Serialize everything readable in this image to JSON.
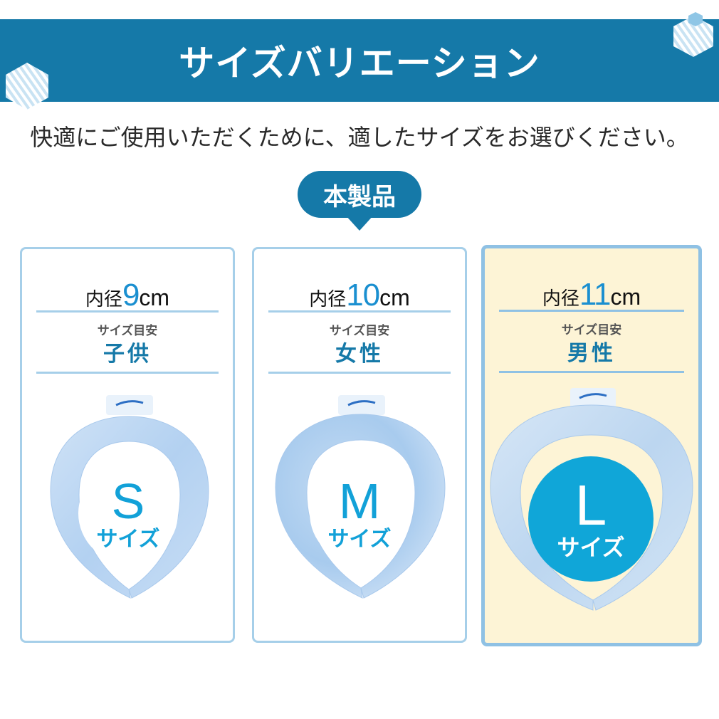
{
  "header": {
    "title": "サイズバリエーション"
  },
  "subtitle": "快適にご使用いただくために、適したサイズをお選びください。",
  "badge": "本製品",
  "cards": [
    {
      "diameter_prefix": "内径",
      "diameter_value": "9",
      "diameter_unit": "cm",
      "guide_label": "サイズ目安",
      "guide_value": "子供",
      "size_letter": "S",
      "size_word": "サイズ"
    },
    {
      "diameter_prefix": "内径",
      "diameter_value": "10",
      "diameter_unit": "cm",
      "guide_label": "サイズ目安",
      "guide_value": "女性",
      "size_letter": "M",
      "size_word": "サイズ"
    },
    {
      "diameter_prefix": "内径",
      "diameter_value": "11",
      "diameter_unit": "cm",
      "guide_label": "サイズ目安",
      "guide_value": "男性",
      "size_letter": "L",
      "size_word": "サイズ"
    }
  ],
  "colors": {
    "brand_blue": "#1579a8",
    "accent_cyan": "#12a1d8",
    "card_border": "#a6cfe9",
    "highlight_bg": "#fdf4d6"
  }
}
